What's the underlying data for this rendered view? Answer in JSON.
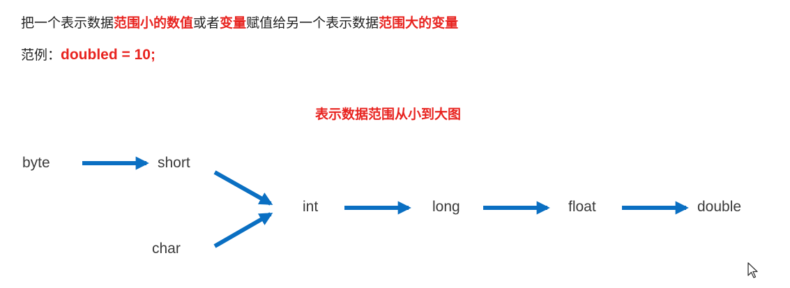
{
  "intro": {
    "line1": [
      {
        "text": "把一个表示数据",
        "highlight": false
      },
      {
        "text": "范围小的数值",
        "highlight": true
      },
      {
        "text": "或者",
        "highlight": false
      },
      {
        "text": "变量",
        "highlight": true
      },
      {
        "text": "赋值给另一个表示数据",
        "highlight": false
      },
      {
        "text": "范围大的变量",
        "highlight": true
      }
    ],
    "example_label": "范例：",
    "example_code": "doubled = 10;"
  },
  "diagram": {
    "title": "表示数据范围从小到大图",
    "nodes": {
      "byte": "byte",
      "short": "short",
      "char": "char",
      "int": "int",
      "long": "long",
      "float": "float",
      "double": "double"
    },
    "arrow_color": "#0a6fc2",
    "highlight_color": "#e8231f"
  }
}
